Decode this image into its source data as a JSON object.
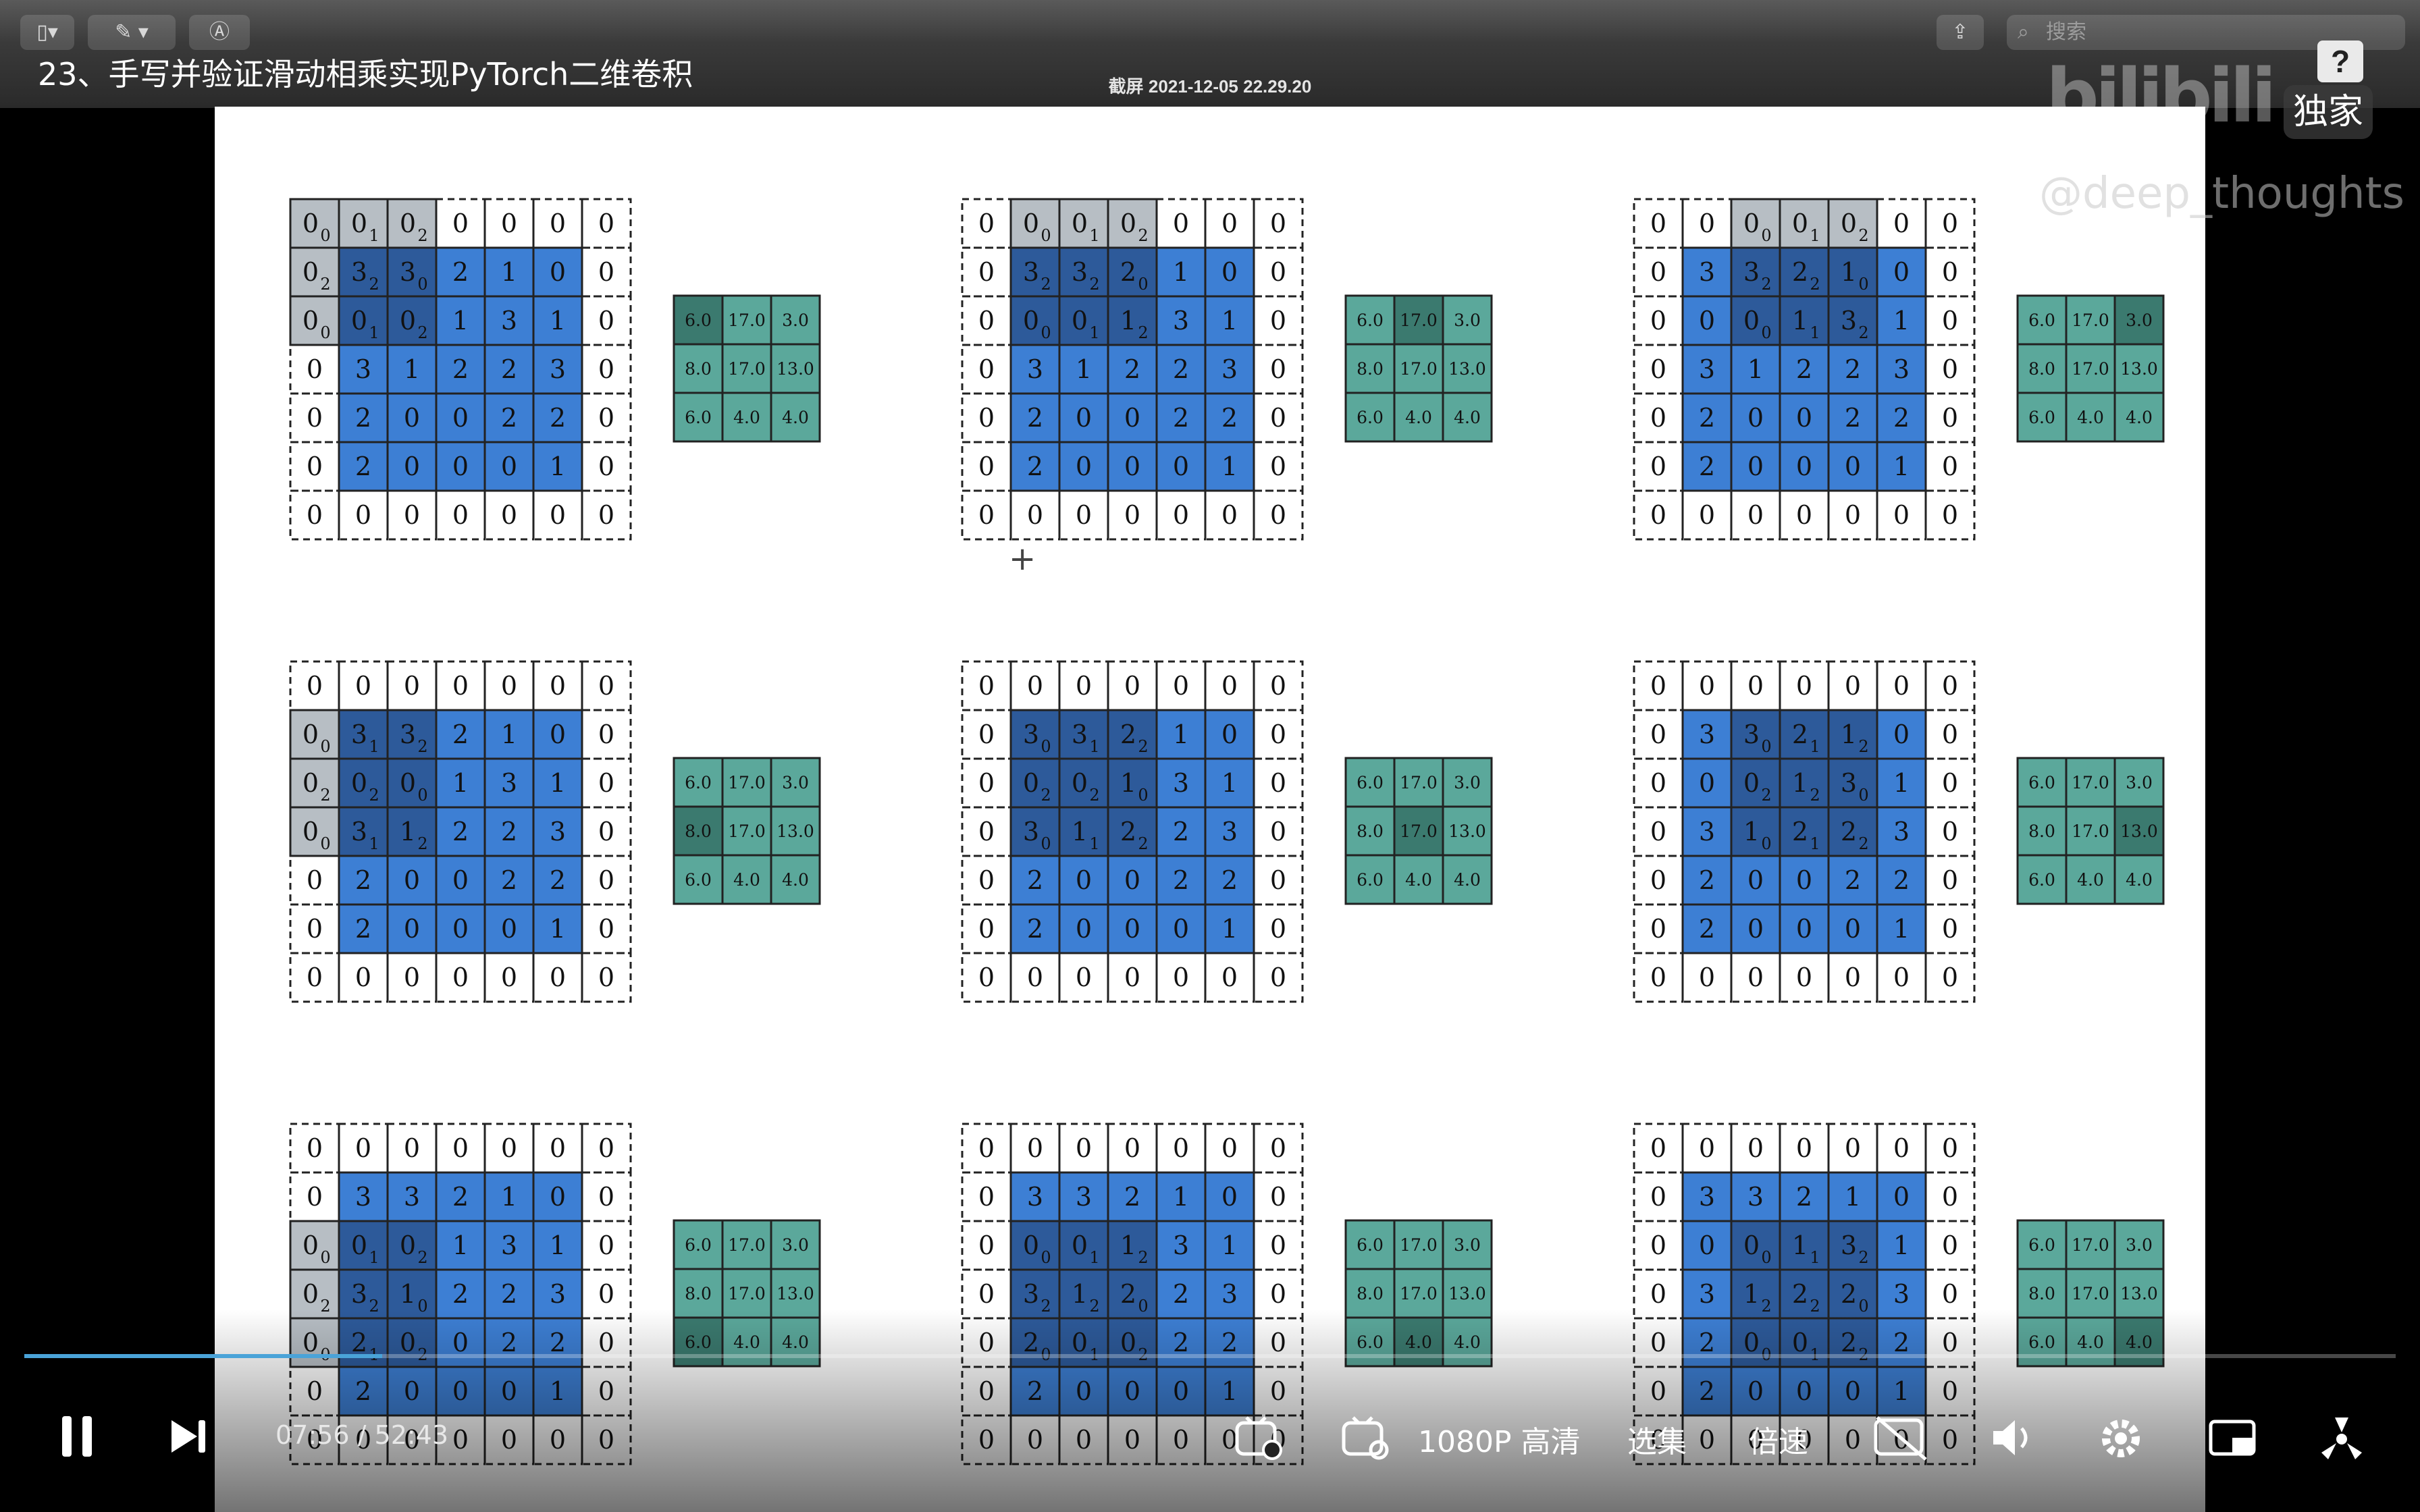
{
  "app": {
    "video_title": "23、手写并验证滑动相乘实现PyTorch二维卷积",
    "screenshot_caption": "截屏 2021-12-05 22.29.20",
    "search_placeholder": "搜索",
    "help_label": "?",
    "logo_text": "bilibili",
    "logo_badge": "独家",
    "uploader": "@deep_thoughts"
  },
  "colors": {
    "blue_cell": "#3d7fd4",
    "blue_dark": "#2d5a9a",
    "grey_cell": "#b7bec4",
    "teal_cell": "#5ba89b",
    "teal_dark": "#3b7a6f",
    "progress": "#4aa3d8"
  },
  "conv": {
    "input": [
      [
        "3",
        "3",
        "2",
        "1",
        "0"
      ],
      [
        "0",
        "0",
        "1",
        "3",
        "1"
      ],
      [
        "3",
        "1",
        "2",
        "2",
        "3"
      ],
      [
        "2",
        "0",
        "0",
        "2",
        "2"
      ],
      [
        "2",
        "0",
        "0",
        "0",
        "1"
      ]
    ],
    "pad_value": "0",
    "kernel": [
      [
        "0",
        "1",
        "2"
      ],
      [
        "2",
        "2",
        "0"
      ],
      [
        "0",
        "1",
        "2"
      ]
    ],
    "output": [
      [
        "6.0",
        "17.0",
        "3.0"
      ],
      [
        "8.0",
        "17.0",
        "13.0"
      ],
      [
        "6.0",
        "4.0",
        "4.0"
      ]
    ],
    "highlights": [
      {
        "row": 0,
        "col": 0
      },
      {
        "row": 0,
        "col": 1
      },
      {
        "row": 0,
        "col": 2
      },
      {
        "row": 1,
        "col": 0
      },
      {
        "row": 1,
        "col": 1
      },
      {
        "row": 1,
        "col": 2
      },
      {
        "row": 2,
        "col": 0
      },
      {
        "row": 2,
        "col": 1
      },
      {
        "row": 2,
        "col": 2
      }
    ]
  },
  "player": {
    "current_time": "07:56",
    "separator": "/",
    "duration": "52:43",
    "progress_fraction": 0.151,
    "quality_label": "1080P 高清",
    "episodes_label": "选集",
    "speed_label": "倍速",
    "icons": [
      "pause-icon",
      "next-icon",
      "danmaku-icon",
      "danmaku-settings-icon",
      "subtitle-icon",
      "volume-icon",
      "settings-icon",
      "pip-icon",
      "fullscreen-icon"
    ]
  }
}
